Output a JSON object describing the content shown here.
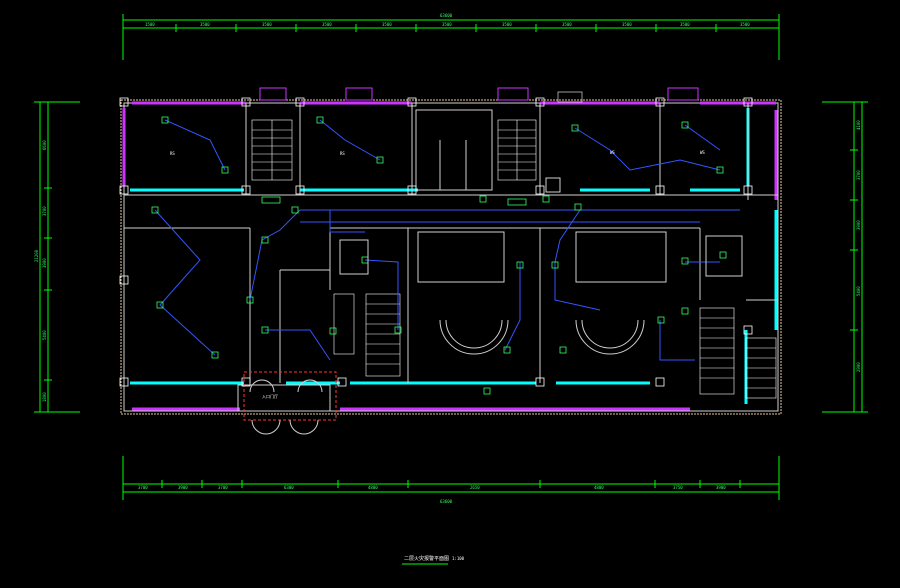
{
  "drawing": {
    "title": "二层火灾报警平面图",
    "scale": "1:100",
    "overall_dim": "63600"
  },
  "dims": {
    "top_outer": [
      "1500",
      "3500",
      "3500",
      "3500",
      "3500",
      "3500",
      "3500",
      "3500",
      "3500",
      "3500",
      "3500"
    ],
    "bottom_outer": [
      "3700",
      "3900",
      "3700",
      "6300",
      "4800",
      "2650",
      "4800",
      "3750",
      "3900"
    ],
    "left": [
      "6600",
      "3700",
      "3900",
      "5400",
      "1800"
    ],
    "right": [
      "4100",
      "3700",
      "3900",
      "5400",
      "2900"
    ],
    "left_total": "21200"
  },
  "rooms": {
    "r1": "RS",
    "r2": "RS",
    "r3": "WS",
    "r4": "WS"
  },
  "labels": {
    "entrance": "入口门厅"
  },
  "colors": {
    "dimension": "#00ff00",
    "wire": "#3355ff",
    "cyan_wall": "#00ffff",
    "magenta_wall": "#cc33ff",
    "device": "#33ff66",
    "wall": "#cfcfcf"
  }
}
